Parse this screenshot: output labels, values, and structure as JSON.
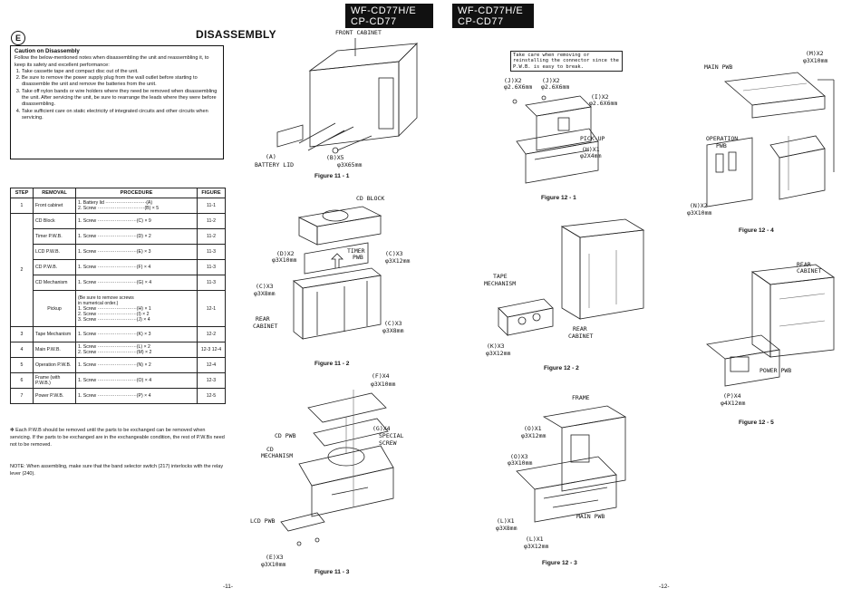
{
  "header": {
    "left_line1": "WF-CD77H/E",
    "left_line2": "CP-CD77",
    "right_line1": "WF-CD77H/E",
    "right_line2": "CP-CD77"
  },
  "badge": "E",
  "title": "DISASSEMBLY",
  "caution": {
    "heading": "Caution on Disassembly",
    "intro": "Follow the below-mentioned notes when disassembling the unit and reassembling it, to keep its safety and excellent performance:",
    "items": [
      "Take cassette tape and compact disc out of the unit.",
      "Be sure to remove the power supply plug from the wall outlet before starting to disassemble the unit and remove the batteries from the unit.",
      "Take off nylon bands or wire holders where they need be removed when disassembling the unit.  After servicing the unit, be sure to rearrange the leads where they were before disassembling.",
      "Take sufficient care on static electricity of integrated circuits and other circuits when servicing."
    ]
  },
  "table": {
    "headers": [
      "STEP",
      "REMOVAL",
      "PROCEDURE",
      "FIGURE"
    ],
    "rows": [
      {
        "step": "1",
        "removal": "Front cabinet",
        "procedure": [
          "1. Battery lid ··························(A)",
          "2. Screw ······························(B) × 5"
        ],
        "figure": "11-1"
      },
      {
        "step": "",
        "removal": "CD Block",
        "procedure": [
          "1. Screw ·························(C) × 9"
        ],
        "figure": "11-2"
      },
      {
        "step": "",
        "removal": "Timer P.W.B.",
        "procedure": [
          "1. Screw ·························(D) × 2"
        ],
        "figure": "11-2"
      },
      {
        "step": "2",
        "removal": "LCD P.W.B.",
        "procedure": [
          "1. Screw ·························(E) × 3"
        ],
        "figure": "11-3"
      },
      {
        "step": "",
        "removal": "CD P.W.B.",
        "procedure": [
          "1. Screw ·························(F) × 4"
        ],
        "figure": "11-3"
      },
      {
        "step": "",
        "removal": "CD Mechanism",
        "procedure": [
          "1. Screw ·························(G) × 4"
        ],
        "figure": "11-3"
      },
      {
        "step": "",
        "removal": "Pickup",
        "procedure": [
          "(Be sure to remove screws",
          "in numerical order.)",
          "1. Screw ·························(H) × 1",
          "2. Screw ·························(I) × 2",
          "3. Screw ·························(J) × 4"
        ],
        "figure": "12-1"
      },
      {
        "step": "3",
        "removal": "Tape Mechanism",
        "procedure": [
          "1. Screw ·························(K) × 3"
        ],
        "figure": "12-2"
      },
      {
        "step": "4",
        "removal": "Main P.W.B.",
        "procedure": [
          "1. Screw ·························(L) × 2",
          "2. Screw ·························(M) × 2"
        ],
        "figure": "12-3 12-4"
      },
      {
        "step": "5",
        "removal": "Operation P.W.B.",
        "procedure": [
          "1. Screw ·························(N) × 2"
        ],
        "figure": "12-4"
      },
      {
        "step": "6",
        "removal": "Frame (with P.W.B.)",
        "procedure": [
          "1. Screw ·························(O) × 4"
        ],
        "figure": "12-3"
      },
      {
        "step": "7",
        "removal": "Power P.W.B.",
        "procedure": [
          "1. Screw ·························(P) × 4"
        ],
        "figure": "12-5"
      }
    ]
  },
  "note1": "✻ Each P.W.B should be removed until the parts to be exchanged can be removed when servicing. If the parts to be exchanged are in the exchangeable condition, the rest of P.W.Bs need not to be removed.",
  "note2": "NOTE: When assembling, make sure that the band selector switch (217) interlocks with the relay lever (240).",
  "fig11_1": {
    "front_cabinet": "FRONT CABINET",
    "a": "(A)",
    "battery_lid": "BATTERY LID",
    "b": "(B)X5",
    "b_size": "φ3X65mm",
    "caption": "Figure 11 - 1"
  },
  "fig11_2": {
    "cd_block": "CD BLOCK",
    "d": "(D)X2",
    "d_size": "φ3X10mm",
    "timer": "TIMER",
    "pwb": "PWB",
    "c1": "(C)X3",
    "c1_size": "φ3X12mm",
    "c2": "(C)X3",
    "c2_size": "φ3X8mm",
    "rear": "REAR",
    "cabinet": "CABINET",
    "c3": "(C)X3",
    "c3_size": "φ3X8mm",
    "caption": "Figure 11 - 2"
  },
  "fig11_3": {
    "f": "(F)X4",
    "f_size": "φ3X10mm",
    "g": "(G)X4",
    "special": "SPECIAL",
    "screw": "SCREW",
    "cd_pwb": "CD PWB",
    "cd": "CD",
    "mechanism": "MECHANISM",
    "lcd_pwb": "LCD PWB",
    "e": "(E)X3",
    "e_size": "φ3X10mm",
    "caption": "Figure 11 - 3"
  },
  "fig12_1": {
    "note": "Take care when removing or reinstalling the connector since the P.W.B. is easy to break.",
    "j1": "(J)X2",
    "j1_size": "φ2.6X6mm",
    "j2": "(J)X2",
    "j2_size": "φ2.6X6mm",
    "i": "(I)X2",
    "i_size": "φ2.6X6mm",
    "pickup": "PICK-UP",
    "h": "(H)X1",
    "h_size": "φ2X4mm",
    "caption": "Figure 12 - 1"
  },
  "fig12_2": {
    "tape": "TAPE",
    "mechanism": "MECHANISM",
    "rear": "REAR",
    "cabinet": "CABINET",
    "k": "(K)X3",
    "k_size": "φ3X12mm",
    "caption": "Figure 12 - 2"
  },
  "fig12_3": {
    "frame": "FRAME",
    "o1": "(O)X1",
    "o1_size": "φ3X12mm",
    "o2": "(O)X3",
    "o2_size": "φ3X10mm",
    "main_pwb": "MAIN PWB",
    "l1": "(L)X1",
    "l1_size": "φ3X8mm",
    "l2": "(L)X1",
    "l2_size": "φ3X12mm",
    "caption": "Figure 12 - 3"
  },
  "fig12_4": {
    "m": "(M)X2",
    "m_size": "φ3X10mm",
    "main_pwb": "MAIN PWB",
    "operation": "OPERATION",
    "pwb": "PWB",
    "n": "(N)X2",
    "n_size": "φ3X10mm",
    "caption": "Figure 12 - 4"
  },
  "fig12_5": {
    "rear": "REAR",
    "cabinet": "CABINET",
    "power_pwb": "POWER PWB",
    "p": "(P)X4",
    "p_size": "φ4X12mm",
    "caption": "Figure 12 - 5"
  },
  "page_left": "-11-",
  "page_right": "-12-"
}
